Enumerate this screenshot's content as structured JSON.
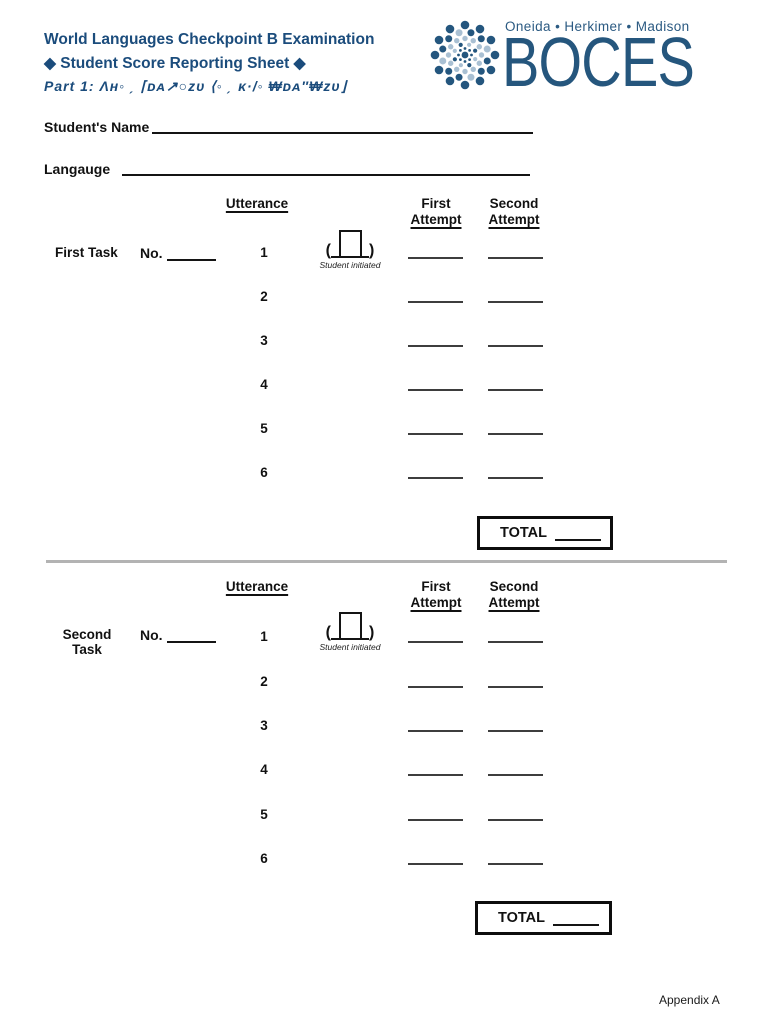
{
  "colors": {
    "title_blue": "#1b4c7c",
    "logo_dark": "#24567e",
    "logo_light": "#a9c0d3",
    "divider_gray": "#b3b3b3"
  },
  "header": {
    "title": "World Languages Checkpoint B Examination",
    "subtitle": "◆ Student Score Reporting Sheet ◆",
    "part_line": "Part 1: Λʜ◦ ˏ ⌈ᴅᴀ↗○ᴢᴜ ⟨◦ ˏ ᴋ·/◦ ₩ᴅᴀ″₩ᴢᴜ⌋",
    "logo_region": "Oneida • Herkimer • Madison",
    "logo_name": "BOCES"
  },
  "fields": {
    "student_name_label": "Student's Name",
    "student_name_value": "",
    "language_label": "Langauge",
    "language_value": ""
  },
  "columns": {
    "utterance": "Utterance",
    "first": "First",
    "second": "Second",
    "attempt": "Attempt"
  },
  "sections": [
    {
      "task_lines": [
        "First Task",
        ""
      ],
      "no_label": "No.",
      "no_value": "",
      "utterances": [
        "1",
        "2",
        "3",
        "4",
        "5",
        "6"
      ],
      "student_initiated": "Student initiated",
      "total_label": "TOTAL",
      "total_value": ""
    },
    {
      "task_lines": [
        "Second",
        "Task"
      ],
      "no_label": "No.",
      "no_value": "",
      "utterances": [
        "1",
        "2",
        "3",
        "4",
        "5",
        "6"
      ],
      "student_initiated": "Student initiated",
      "total_label": "TOTAL",
      "total_value": ""
    }
  ],
  "footer": "Appendix A"
}
